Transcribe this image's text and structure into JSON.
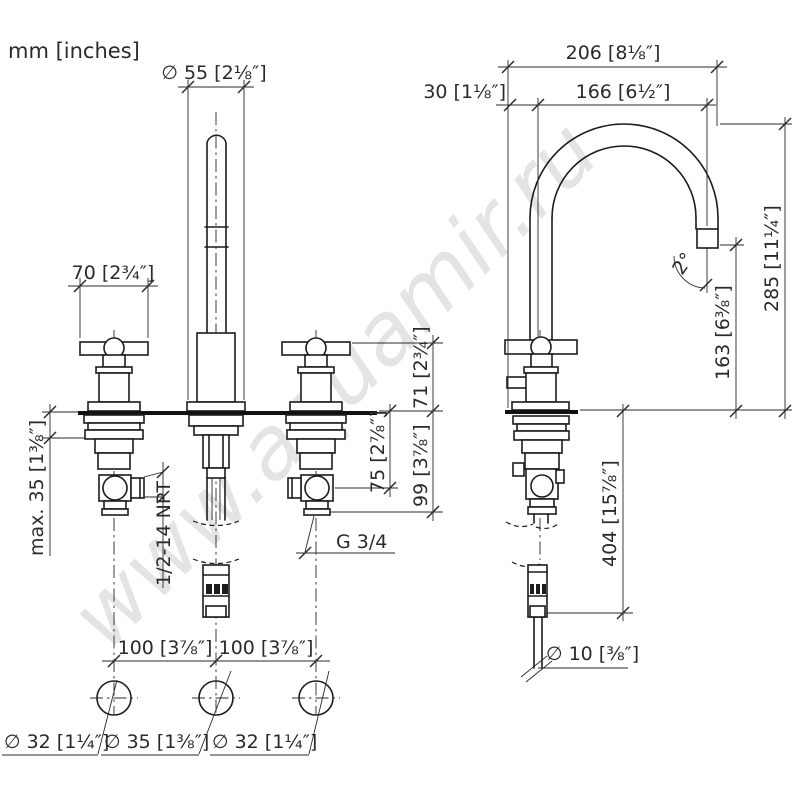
{
  "units_note": "mm [inches]",
  "watermark": "www.aquamir.ru",
  "front_view": {
    "spout_diameter": "∅ 55 [2⅛″]",
    "handle_width": "70 [2¾″]",
    "max_deck_thickness": "max. 35 [1⅜″]",
    "supply_thread": "1/2-14 NPT",
    "depth_to_outlet": "75 [2⅞″]",
    "depth_total": "99 [3⅞″]",
    "handle_height": "71 [2¾″]",
    "outlet_thread": "G 3/4",
    "hole_spacing_left": "100 [3⅞″]",
    "hole_spacing_right": "100 [3⅞″]",
    "hole_left": "∅ 32 [1¼″]",
    "hole_center": "∅ 35 [1⅜″]",
    "hole_right": "∅ 32 [1¼″]"
  },
  "side_view": {
    "projection_total": "206 [8⅛″]",
    "offset": "30 [1⅛″]",
    "projection": "166 [6½″]",
    "height_above_deck": "285 [11¼″]",
    "outlet_height": "163 [6⅜″]",
    "spout_angle": "2°",
    "below_deck_length": "404 [15⅞″]",
    "hose_diameter": "∅ 10 [⅜″]"
  }
}
